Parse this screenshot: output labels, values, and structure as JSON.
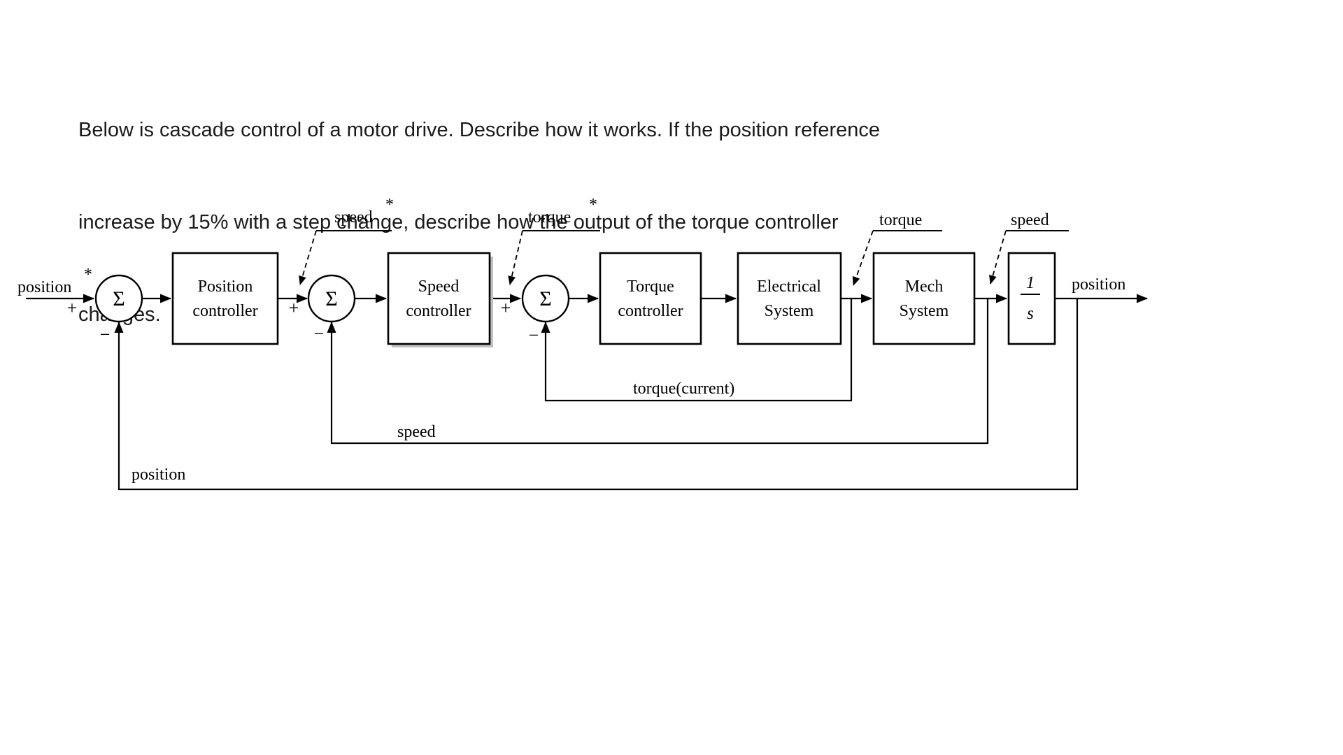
{
  "question": {
    "lines": [
      "Below is cascade control of a motor drive. Describe how it works. If the position reference",
      "increase by 15% with a step change, describe how the output of the torque controller",
      "changes."
    ]
  },
  "diagram": {
    "symbols": {
      "sigma": "Σ",
      "plus": "+",
      "minus": "−",
      "star": "*"
    },
    "input": {
      "label": "position"
    },
    "output": {
      "label": "position"
    },
    "references": {
      "speed": "speed",
      "torque": "torque"
    },
    "measurements": {
      "torque": "torque",
      "speed": "speed"
    },
    "blocks": [
      {
        "name": "position-controller",
        "line1": "Position",
        "line2": "controller"
      },
      {
        "name": "speed-controller",
        "line1": "Speed",
        "line2": "controller"
      },
      {
        "name": "torque-controller",
        "line1": "Torque",
        "line2": "controller"
      },
      {
        "name": "electrical-system",
        "line1": "Electrical",
        "line2": "System"
      },
      {
        "name": "mech-system",
        "line1": "Mech",
        "line2": "System"
      }
    ],
    "integrator": {
      "numerator": "1",
      "denominator": "s"
    },
    "feedback": {
      "torque": "torque(current)",
      "speed": "speed",
      "position": "position"
    }
  }
}
